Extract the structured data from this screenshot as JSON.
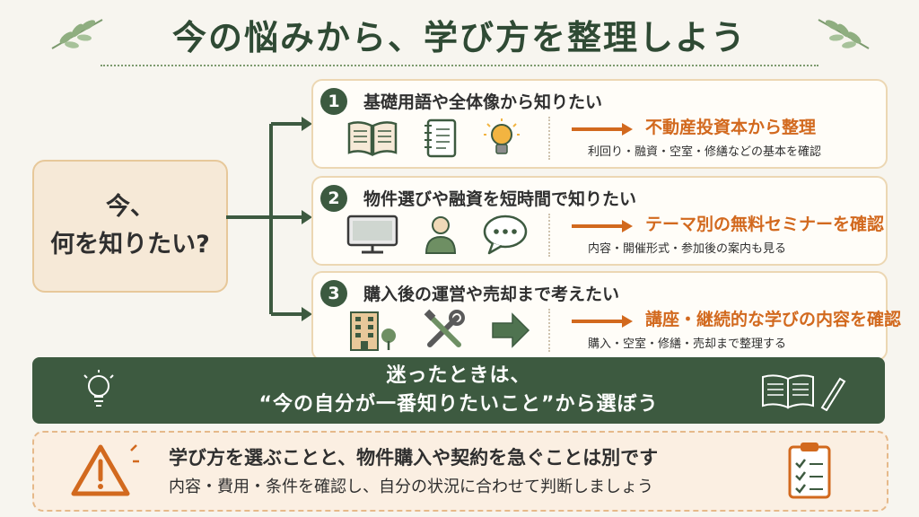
{
  "title": "今の悩みから、学び方を整理しよう",
  "question": {
    "line1": "今、",
    "line2": "何を知りたい?"
  },
  "steps": [
    {
      "number": "1",
      "title": "基礎用語や全体像から知りたい",
      "icons": [
        "book-icon",
        "notebook-icon",
        "lightbulb-icon"
      ],
      "result": "不動産投資本から整理",
      "sub": "利回り・融資・空室・修繕などの基本を確認"
    },
    {
      "number": "2",
      "title": "物件選びや融資を短時間で知りたい",
      "icons": [
        "monitor-icon",
        "person-icon",
        "speech-bubble-icon"
      ],
      "result": "テーマ別の無料セミナーを確認",
      "sub": "内容・開催形式・参加後の案内も見る"
    },
    {
      "number": "3",
      "title": "購入後の運営や売却まで考えたい",
      "icons": [
        "building-icon",
        "tools-icon",
        "arrow-icon"
      ],
      "result": "講座・継続的な学びの内容を確認",
      "sub": "購入・空室・修繕・売却まで整理する"
    }
  ],
  "banner": {
    "line1": "迷ったときは、",
    "line2": "“今の自分が一番知りたいこと”から選ぼう"
  },
  "warning": {
    "main": "学び方を選ぶことと、物件購入や契約を急ぐことは別です",
    "sub": "内容・費用・条件を確認し、自分の状況に合わせて判断しましょう"
  },
  "colors": {
    "primary_green": "#3d5a40",
    "accent_orange": "#d2691e",
    "card_border": "#ecd7b3",
    "background": "#f7f5ef"
  }
}
